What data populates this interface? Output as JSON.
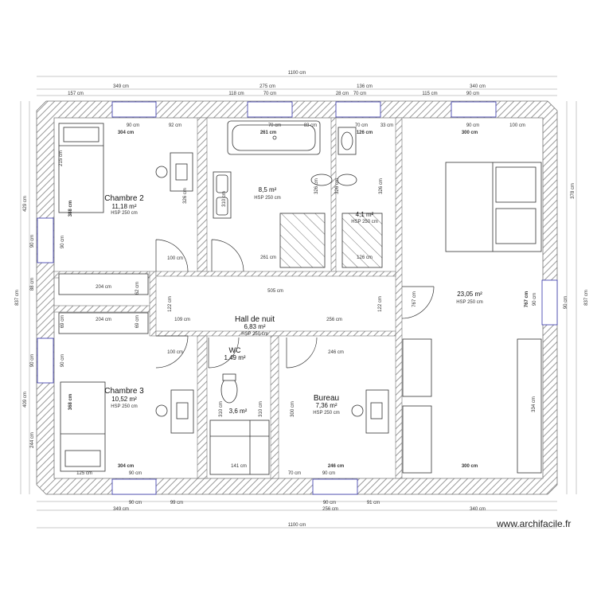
{
  "total_dims": {
    "top": "1100 cm",
    "bottom": "1100 cm",
    "left": "837 cm",
    "right": "837 cm"
  },
  "top_dims": [
    "349 cm",
    "275 cm",
    "136 cm",
    "340 cm"
  ],
  "top_detail_dims": [
    "157 cm",
    "118 cm",
    "70 cm",
    "28 cm",
    "70 cm",
    "115 cm",
    "90 cm"
  ],
  "bottom_dims": [
    "349 cm",
    "256 cm",
    "340 cm"
  ],
  "bottom_detail_dims": [
    "90 cm",
    "99 cm",
    "90 cm",
    "91 cm"
  ],
  "left_dims": [
    "429 cm",
    "409 cm"
  ],
  "left_detail_dims": [
    "90 cm",
    "88 cm",
    "90 cm",
    "244 cm"
  ],
  "right_dims": [
    "378 cm"
  ],
  "right_detail_dims": [
    "90 cm"
  ],
  "rooms": {
    "chambre2": {
      "name": "Chambre 2",
      "area": "11,18 m²",
      "height": "HSP 250 cm"
    },
    "sdb": {
      "area": "8,5 m²",
      "height": "HSP 250 cm"
    },
    "douche": {
      "area": "4,1 m²",
      "height": "HSP 250 cm"
    },
    "master": {
      "area": "23,05 m²",
      "height": "HSP 250 cm"
    },
    "hall": {
      "name": "Hall de nuit",
      "area": "6,83 m²",
      "height": "HSP 250 cm"
    },
    "wc": {
      "name": "WC",
      "area": "1,49 m²"
    },
    "placard": {
      "area": "3,6 m²"
    },
    "chambre3": {
      "name": "Chambre 3",
      "area": "10,52 m²",
      "height": "HSP 250 cm"
    },
    "bureau": {
      "name": "Bureau",
      "area": "7,36 m²",
      "height": "HSP 250 cm"
    }
  },
  "inner_dims": {
    "c2_top_a": "90 cm",
    "c2_top_b": "92 cm",
    "c2_width": "304 cm",
    "c2_h1": "215 cm",
    "c2_h2": "388 cm",
    "c2_h3": "90 cm",
    "c2_desk": "326 cm",
    "c2_door": "100 cm",
    "c2_closet": "204 cm",
    "c2_closet_d": "62 cm",
    "sdb_a": "70 cm",
    "sdb_b": "83 cm",
    "sdb_w": "261 cm",
    "sdb_h1": "310 cm",
    "sdb_h2": "326 cm",
    "sdb_bottom": "261 cm",
    "sh_a": "70 cm",
    "sh_b": "33 cm",
    "sh_w": "126 cm",
    "sh_h1": "326 cm",
    "sh_h2": "326 cm",
    "sh_bottom": "126 cm",
    "m_a": "90 cm",
    "m_b": "100 cm",
    "m_w": "300 cm",
    "m_h": "767 cm",
    "m_h2": "767 cm",
    "m_h3": "90 cm",
    "m_c": "334 cm",
    "m_bottom": "300 cm",
    "hall_w": "505 cm",
    "hall_l": "122 cm",
    "hall_r": "122 cm",
    "hall_a": "109 cm",
    "hall_b": "256 cm",
    "c3_closet": "204 cm",
    "c3_closet_a": "69 cm",
    "c3_closet_b": "69 cm",
    "c3_door": "100 cm",
    "c3_h": "90 cm",
    "c3_h2": "368 cm",
    "c3_desk": "304 cm",
    "c3_a": "125 cm",
    "c3_b": "90 cm",
    "wc_h1": "310 cm",
    "wc_h2": "310 cm",
    "wc_bottom": "141 cm",
    "b_top": "246 cm",
    "b_h": "300 cm",
    "b_bottom": "246 cm",
    "b_a": "70 cm",
    "b_b": "90 cm"
  },
  "watermark": "www.archifacile.fr"
}
